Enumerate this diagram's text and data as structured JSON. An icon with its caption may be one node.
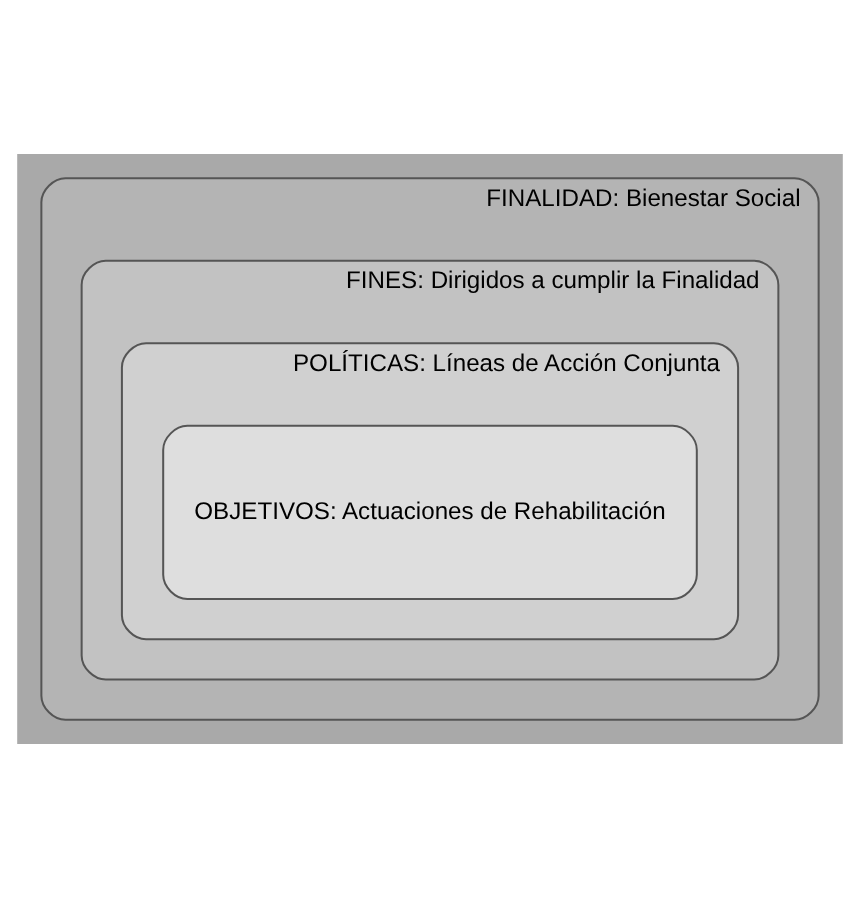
{
  "diagram": {
    "nodes": [
      {
        "text": [
          "FINALIDAD: Bienestar Social"
        ]
      },
      {
        "text": [
          "FINES: Dirigidos a cumplir la Finalidad"
        ],
        "in": 0
      },
      {
        "text": [
          "POLÍTICAS: Líneas de Acción Conjunta"
        ],
        "in": 1
      },
      {
        "text": [
          "OBJETIVOS: Actuaciones de Rehabilitación"
        ],
        "in": 2
      }
    ],
    "edges": []
  }
}
